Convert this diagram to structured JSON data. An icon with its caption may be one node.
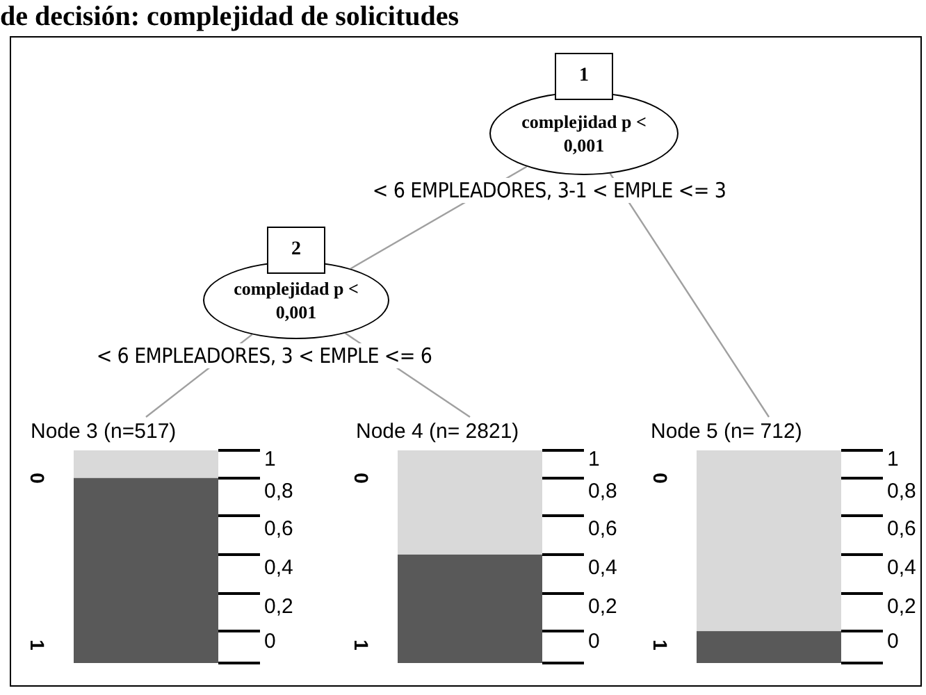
{
  "diagram": {
    "title": "de decisión: complejidad de solicitudes",
    "nodes": [
      {
        "text": [
          "1",
          "complejidad p <  0,001"
        ]
      },
      {
        "text": [
          "2",
          "complejidad p <  0,001"
        ]
      },
      {
        "text": [
          "Node 3 (n=517)"
        ]
      },
      {
        "text": [
          "Node 4 (n= 2821)"
        ]
      },
      {
        "text": [
          "Node 5 (n= 712)"
        ]
      }
    ],
    "edges": [
      {
        "from": 0,
        "to": 1,
        "arrow": "none",
        "label": "< 6 EMPLEADORES, 3-1 < EMPLE <= 3",
        "color": "#a0a0a0"
      },
      {
        "from": 0,
        "to": 4,
        "arrow": "none",
        "color": "#a0a0a0"
      },
      {
        "from": 1,
        "to": 2,
        "arrow": "none",
        "label": "< 6 EMPLEADORES, 3 < EMPLE <= 6",
        "color": "#a0a0a0"
      },
      {
        "from": 1,
        "to": 3,
        "arrow": "none",
        "color": "#a0a0a0"
      }
    ],
    "labels": [
      "0",
      "1",
      "1",
      "0,8",
      "0,6",
      "0,4",
      "0,2",
      "0",
      "0",
      "1",
      "1",
      "0,8",
      "0,6",
      "0,4",
      "0,2",
      "0",
      "0",
      "1",
      "1",
      "0,8",
      "0,6",
      "0,4",
      "0,2",
      "0"
    ]
  }
}
